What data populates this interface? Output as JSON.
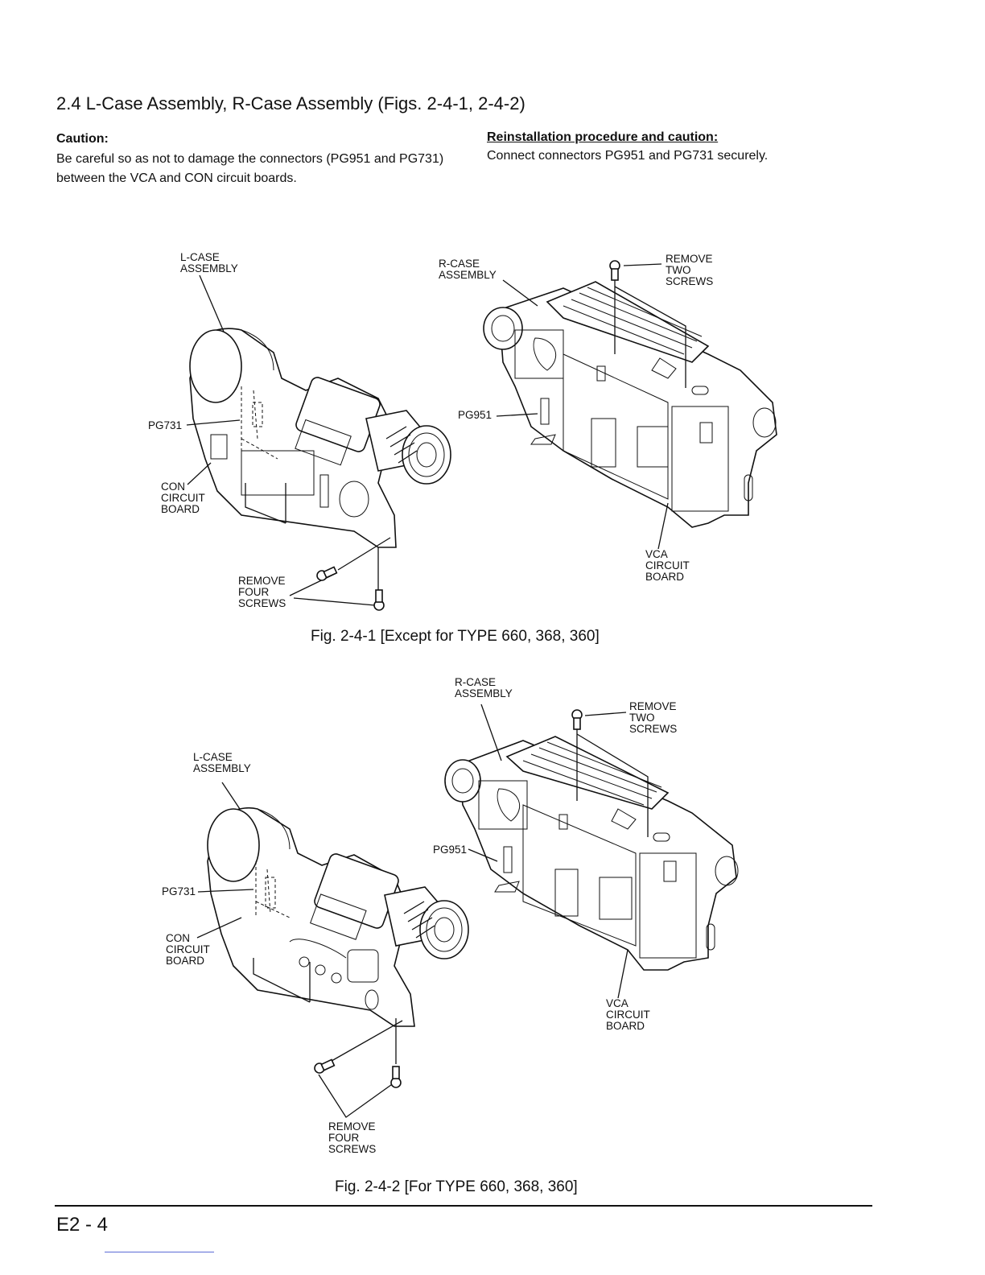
{
  "section": {
    "title": "2.4   L-Case Assembly, R-Case Assembly (Figs. 2-4-1, 2-4-2)"
  },
  "caution": {
    "heading": "Caution:",
    "text": "Be careful so as not to damage the connectors (PG951 and PG731) between the VCA and CON circuit boards."
  },
  "reinstallation": {
    "heading": "Reinstallation procedure and caution:",
    "text": "Connect connectors PG951 and PG731 securely."
  },
  "fig1": {
    "labels": {
      "lcase": "L-CASE\nASSEMBLY",
      "rcase": "R-CASE\nASSEMBLY",
      "remove_two": "REMOVE\nTWO\nSCREWS",
      "pg951": "PG951",
      "pg731": "PG731",
      "con": "CON\nCIRCUIT\nBOARD",
      "vca": "VCA\nCIRCUIT\nBOARD",
      "remove_four": "REMOVE\nFOUR\nSCREWS"
    },
    "caption": "Fig. 2-4-1   [Except for TYPE 660, 368, 360]"
  },
  "fig2": {
    "labels": {
      "rcase": "R-CASE\nASSEMBLY",
      "remove_two": "REMOVE\nTWO\nSCREWS",
      "lcase": "L-CASE\nASSEMBLY",
      "pg951": "PG951",
      "pg731": "PG731",
      "con": "CON\nCIRCUIT\nBOARD",
      "vca": "VCA\nCIRCUIT\nBOARD",
      "remove_four": "REMOVE\nFOUR\nSCREWS"
    },
    "caption": "Fig. 2-4-2   [For TYPE 660, 368, 360]"
  },
  "footer": {
    "page_number": "E2 - 4"
  }
}
